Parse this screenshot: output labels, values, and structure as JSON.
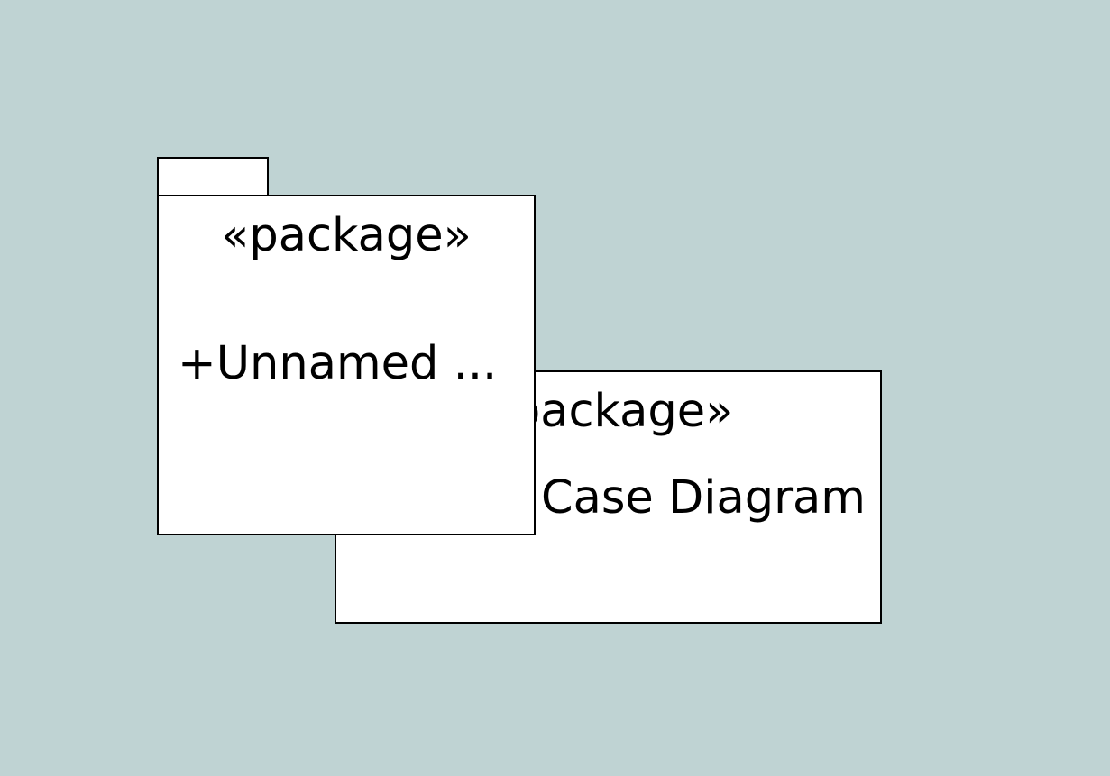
{
  "diagram": {
    "background_color": "#bfd3d3",
    "packages": [
      {
        "id": "front",
        "stereotype": "«package»",
        "name": "+Unnamed ..."
      },
      {
        "id": "back",
        "stereotype": "«package»",
        "name": "+Use Case Diagram"
      }
    ]
  }
}
